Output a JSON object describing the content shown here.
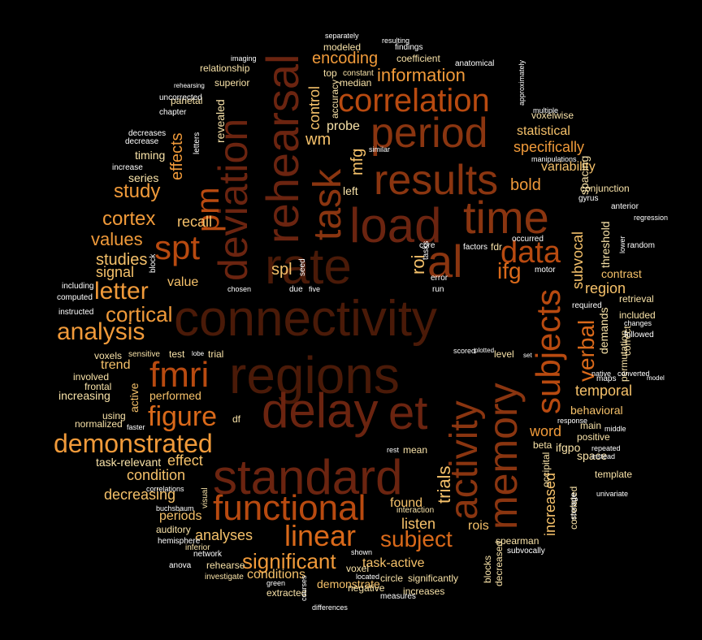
{
  "palette": [
    "#4a1a08",
    "#6b2410",
    "#8a3510",
    "#b84a10",
    "#d9691a",
    "#f09a3a",
    "#f5c16a",
    "#f8e2a8",
    "#ffffff"
  ],
  "words": [
    {
      "text": "connectivity",
      "c": 0
    },
    {
      "text": "regions",
      "c": 0
    },
    {
      "text": "rate",
      "c": 0
    },
    {
      "text": "load",
      "c": 1
    },
    {
      "text": "rehearsal",
      "c": 1
    },
    {
      "text": "deviation",
      "c": 1
    },
    {
      "text": "delay",
      "c": 1
    },
    {
      "text": "et",
      "c": 1
    },
    {
      "text": "standard",
      "c": 1
    },
    {
      "text": "al",
      "c": 2
    },
    {
      "text": "time",
      "c": 2
    },
    {
      "text": "activity",
      "c": 2
    },
    {
      "text": "memory",
      "c": 2
    },
    {
      "text": "period",
      "c": 2
    },
    {
      "text": "results",
      "c": 2
    },
    {
      "text": "task",
      "c": 2
    },
    {
      "text": "functional",
      "c": 3
    },
    {
      "text": "correlation",
      "c": 3
    },
    {
      "text": "fmri",
      "c": 3
    },
    {
      "text": "spt",
      "c": 3
    },
    {
      "text": "pm",
      "c": 3
    },
    {
      "text": "subjects",
      "c": 3
    },
    {
      "text": "data",
      "c": 3
    },
    {
      "text": "linear",
      "c": 4
    },
    {
      "text": "figure",
      "c": 4
    },
    {
      "text": "demonstrated",
      "c": 5
    },
    {
      "text": "analysis",
      "c": 5
    },
    {
      "text": "letter",
      "c": 5
    },
    {
      "text": "subject",
      "c": 4
    },
    {
      "text": "ifg",
      "c": 4
    },
    {
      "text": "significant",
      "c": 5
    },
    {
      "text": "verbal",
      "c": 4
    },
    {
      "text": "cortical",
      "c": 5
    },
    {
      "text": "cortex",
      "c": 5
    },
    {
      "text": "study",
      "c": 5
    },
    {
      "text": "values",
      "c": 5
    },
    {
      "text": "studies",
      "c": 6
    },
    {
      "text": "information",
      "c": 5
    },
    {
      "text": "encoding",
      "c": 5
    },
    {
      "text": "effects",
      "c": 5
    },
    {
      "text": "wm",
      "c": 6
    },
    {
      "text": "control",
      "c": 6
    },
    {
      "text": "mfg",
      "c": 6
    },
    {
      "text": "trials",
      "c": 6
    },
    {
      "text": "roi",
      "c": 6
    },
    {
      "text": "spl",
      "c": 6
    },
    {
      "text": "recall",
      "c": 6
    },
    {
      "text": "signal",
      "c": 6
    },
    {
      "text": "value",
      "c": 6
    },
    {
      "text": "bold",
      "c": 5
    },
    {
      "text": "specifically",
      "c": 5
    },
    {
      "text": "variability",
      "c": 6
    },
    {
      "text": "statistical",
      "c": 6
    },
    {
      "text": "subvocal",
      "c": 6
    },
    {
      "text": "region",
      "c": 6
    },
    {
      "text": "contrast",
      "c": 6
    },
    {
      "text": "temporal",
      "c": 6
    },
    {
      "text": "word",
      "c": 5
    },
    {
      "text": "behavioral",
      "c": 6
    },
    {
      "text": "decreasing",
      "c": 6
    },
    {
      "text": "condition",
      "c": 6
    },
    {
      "text": "effect",
      "c": 6
    },
    {
      "text": "analyses",
      "c": 6
    },
    {
      "text": "periods",
      "c": 6
    },
    {
      "text": "listen",
      "c": 6
    },
    {
      "text": "rois",
      "c": 6
    },
    {
      "text": "task-active",
      "c": 6
    },
    {
      "text": "found",
      "c": 6
    },
    {
      "text": "conditions",
      "c": 6
    },
    {
      "text": "demonstrate",
      "c": 6
    },
    {
      "text": "increased",
      "c": 6
    },
    {
      "text": "trend",
      "c": 6
    },
    {
      "text": "performed",
      "c": 6
    },
    {
      "text": "active",
      "c": 6
    },
    {
      "text": "increasing",
      "c": 7
    },
    {
      "text": "normalized",
      "c": 7
    },
    {
      "text": "task-relevant",
      "c": 7
    },
    {
      "text": "probe",
      "c": 7
    },
    {
      "text": "left",
      "c": 7
    },
    {
      "text": "temporal2",
      "c": 7
    },
    {
      "text": "threshold",
      "c": 7
    },
    {
      "text": "demands",
      "c": 7
    },
    {
      "text": "retrieval",
      "c": 7
    },
    {
      "text": "spacing",
      "c": 7
    },
    {
      "text": "conjunction",
      "c": 7
    },
    {
      "text": "ifgpo",
      "c": 7
    },
    {
      "text": "beta",
      "c": 7
    },
    {
      "text": "space",
      "c": 7
    },
    {
      "text": "main",
      "c": 7
    },
    {
      "text": "positive",
      "c": 7
    },
    {
      "text": "template",
      "c": 7
    },
    {
      "text": "revealed",
      "c": 7
    },
    {
      "text": "relationship",
      "c": 7
    },
    {
      "text": "superior",
      "c": 7
    },
    {
      "text": "timing",
      "c": 7
    },
    {
      "text": "series",
      "c": 7
    },
    {
      "text": "parietal",
      "c": 7
    },
    {
      "text": "modeled",
      "c": 7
    },
    {
      "text": "coefficient",
      "c": 7
    },
    {
      "text": "median",
      "c": 7
    },
    {
      "text": "top",
      "c": 7
    },
    {
      "text": "constant",
      "c": 7
    },
    {
      "text": "accuracy",
      "c": 7
    },
    {
      "text": "voxelwise",
      "c": 7
    },
    {
      "text": "included",
      "c": 7
    },
    {
      "text": "correct",
      "c": 7
    },
    {
      "text": "permutation",
      "c": 7
    },
    {
      "text": "occipital",
      "c": 7
    },
    {
      "text": "correlated",
      "c": 7
    },
    {
      "text": "blocks",
      "c": 7
    },
    {
      "text": "decreased",
      "c": 7
    },
    {
      "text": "spearman",
      "c": 7
    },
    {
      "text": "mean",
      "c": 7
    },
    {
      "text": "voxel",
      "c": 7
    },
    {
      "text": "circle",
      "c": 7
    },
    {
      "text": "significantly",
      "c": 7
    },
    {
      "text": "negative",
      "c": 7
    },
    {
      "text": "increases",
      "c": 7
    },
    {
      "text": "extracted",
      "c": 7
    },
    {
      "text": "interaction",
      "c": 7
    },
    {
      "text": "level",
      "c": 7
    },
    {
      "text": "trial",
      "c": 7
    },
    {
      "text": "test",
      "c": 7
    },
    {
      "text": "using",
      "c": 7
    },
    {
      "text": "frontal",
      "c": 7
    },
    {
      "text": "involved",
      "c": 7
    },
    {
      "text": "voxels",
      "c": 7
    },
    {
      "text": "sensitive",
      "c": 7
    },
    {
      "text": "visual",
      "c": 7
    },
    {
      "text": "auditory",
      "c": 7
    },
    {
      "text": "inferior",
      "c": 7
    },
    {
      "text": "rehearse",
      "c": 7
    },
    {
      "text": "investigate",
      "c": 7
    },
    {
      "text": "df",
      "c": 7
    },
    {
      "text": "decrease",
      "c": 8
    },
    {
      "text": "increase",
      "c": 8
    },
    {
      "text": "chapter",
      "c": 8
    },
    {
      "text": "uncorrected",
      "c": 8
    },
    {
      "text": "decreases",
      "c": 8
    },
    {
      "text": "letters",
      "c": 8
    },
    {
      "text": "block",
      "c": 8
    },
    {
      "text": "computed",
      "c": 8
    },
    {
      "text": "including",
      "c": 8
    },
    {
      "text": "instructed",
      "c": 8
    },
    {
      "text": "anova",
      "c": 8
    },
    {
      "text": "network",
      "c": 8
    },
    {
      "text": "hemisphere",
      "c": 8
    },
    {
      "text": "correlations",
      "c": 8
    },
    {
      "text": "buchsbaum",
      "c": 8
    },
    {
      "text": "findings",
      "c": 8
    },
    {
      "text": "anatomical",
      "c": 8
    },
    {
      "text": "approximately",
      "c": 8
    },
    {
      "text": "multiple",
      "c": 8
    },
    {
      "text": "manipulations",
      "c": 8
    },
    {
      "text": "similar",
      "c": 8
    },
    {
      "text": "fdr",
      "c": 7
    },
    {
      "text": "factors",
      "c": 8
    },
    {
      "text": "tasks",
      "c": 8
    },
    {
      "text": "core",
      "c": 8
    },
    {
      "text": "occurred",
      "c": 8
    },
    {
      "text": "error",
      "c": 8
    },
    {
      "text": "run",
      "c": 8
    },
    {
      "text": "due",
      "c": 8
    },
    {
      "text": "five",
      "c": 8
    },
    {
      "text": "seed",
      "c": 8
    },
    {
      "text": "chosen",
      "c": 8
    },
    {
      "text": "motor",
      "c": 8
    },
    {
      "text": "required",
      "c": 8
    },
    {
      "text": "changes",
      "c": 8
    },
    {
      "text": "followed",
      "c": 8
    },
    {
      "text": "anterior",
      "c": 8
    },
    {
      "text": "gyrus",
      "c": 8
    },
    {
      "text": "regression",
      "c": 8
    },
    {
      "text": "random",
      "c": 8
    },
    {
      "text": "lower",
      "c": 8
    },
    {
      "text": "model",
      "c": 8
    },
    {
      "text": "maps",
      "c": 8
    },
    {
      "text": "repeated",
      "c": 8
    },
    {
      "text": "instead",
      "c": 8
    },
    {
      "text": "native",
      "c": 8
    },
    {
      "text": "converted",
      "c": 8
    },
    {
      "text": "univariate",
      "c": 8
    },
    {
      "text": "storage",
      "c": 8
    },
    {
      "text": "rehearsal2",
      "c": 8
    },
    {
      "text": "response",
      "c": 8
    },
    {
      "text": "middle",
      "c": 8
    },
    {
      "text": "subvocally",
      "c": 8
    },
    {
      "text": "shown",
      "c": 8
    },
    {
      "text": "located",
      "c": 8
    },
    {
      "text": "measures",
      "c": 8
    },
    {
      "text": "differences",
      "c": 8
    },
    {
      "text": "courses",
      "c": 8
    },
    {
      "text": "green",
      "c": 8
    },
    {
      "text": "rest",
      "c": 8
    },
    {
      "text": "scored",
      "c": 8
    },
    {
      "text": "plotted",
      "c": 8
    },
    {
      "text": "set",
      "c": 8
    },
    {
      "text": "lobe",
      "c": 8
    },
    {
      "text": "faster",
      "c": 8
    },
    {
      "text": "separately",
      "c": 8
    },
    {
      "text": "resulting",
      "c": 8
    },
    {
      "text": "imaging",
      "c": 8
    },
    {
      "text": "rehearsing",
      "c": 8
    }
  ]
}
